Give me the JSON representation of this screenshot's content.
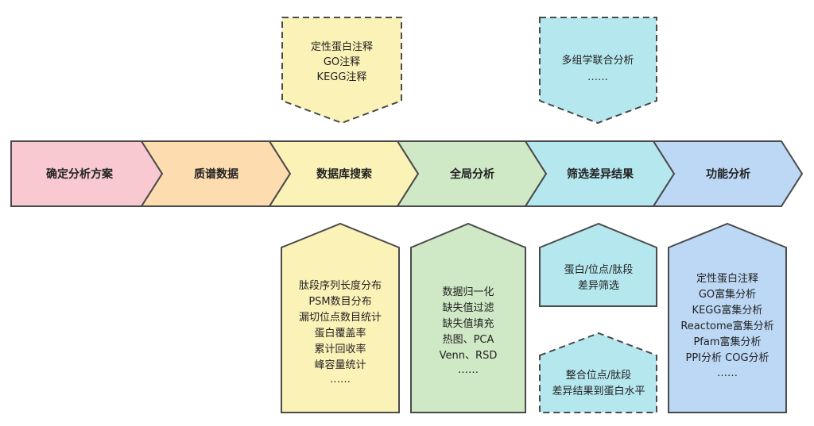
{
  "steps": [
    {
      "label": "确定分析方案",
      "color": "#f8c9d1"
    },
    {
      "label": "质谱数据",
      "color": "#fddcb0"
    },
    {
      "label": "数据库搜索",
      "color": "#fbf2b8"
    },
    {
      "label": "全局分析",
      "color": "#cfe8c6"
    },
    {
      "label": "筛选差异结果",
      "color": "#b5e7ee"
    },
    {
      "label": "功能分析",
      "color": "#bcd8f5"
    }
  ],
  "stroke_color": "#4a4a4a",
  "top_boxes": {
    "db_search": [
      "定性蛋白注释",
      "GO注释",
      "KEGG注释"
    ],
    "filter": [
      "多组学联合分析",
      "……"
    ]
  },
  "bottom_boxes": {
    "db_search": [
      "肽段序列长度分布",
      "PSM数目分布",
      "漏切位点数目统计",
      "蛋白覆盖率",
      "累计回收率",
      "峰容量统计",
      "……"
    ],
    "global": [
      "数据归一化",
      "缺失值过滤",
      "缺失值填充",
      "热图、PCA",
      "Venn、RSD",
      "……"
    ],
    "filter_upper": [
      "蛋白/位点/肽段",
      "差异筛选"
    ],
    "filter_lower": [
      "整合位点/肽段",
      "差异结果到蛋白水平"
    ],
    "function": [
      "定性蛋白注释",
      "GO富集分析",
      "KEGG富集分析",
      "Reactome富集分析",
      "Pfam富集分析",
      "PPI分析 COG分析",
      "……"
    ]
  }
}
